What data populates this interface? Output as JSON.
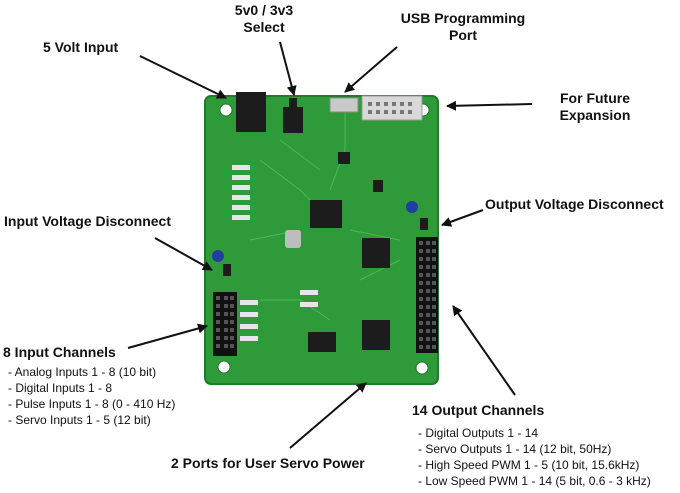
{
  "callouts": {
    "five_volt_input": "5 Volt Input",
    "select_line1": "5v0 / 3v3",
    "select_line2": "Select",
    "usb_line1": "USB Programming",
    "usb_line2": "Port",
    "future_line1": "For Future",
    "future_line2": "Expansion",
    "input_voltage_disconnect": "Input Voltage Disconnect",
    "output_voltage_disconnect": "Output Voltage Disconnect",
    "servo_power": "2 Ports for User Servo Power"
  },
  "input_channels": {
    "title": "8 Input Channels",
    "items": [
      "- Analog Inputs 1 - 8 (10 bit)",
      "- Digital Inputs 1 - 8",
      "- Pulse Inputs 1 - 8 (0 - 410 Hz)",
      "- Servo Inputs 1 - 5 (12 bit)"
    ]
  },
  "output_channels": {
    "title": "14 Output Channels",
    "items": [
      "- Digital Outputs 1 - 14",
      "- Servo Outputs 1 - 14 (12 bit, 50Hz)",
      "- High Speed PWM 1 - 5 (10 bit, 15.6kHz)",
      "- Low Speed PWM 1 - 14 (5 bit,  0.6 - 3 kHz)"
    ]
  },
  "colors": {
    "board": "#2f9a3a",
    "board_edge": "#1f7a2a",
    "chip": "#1c1c1c",
    "header_pin": "#222222",
    "connector": "#d9d9d9"
  }
}
